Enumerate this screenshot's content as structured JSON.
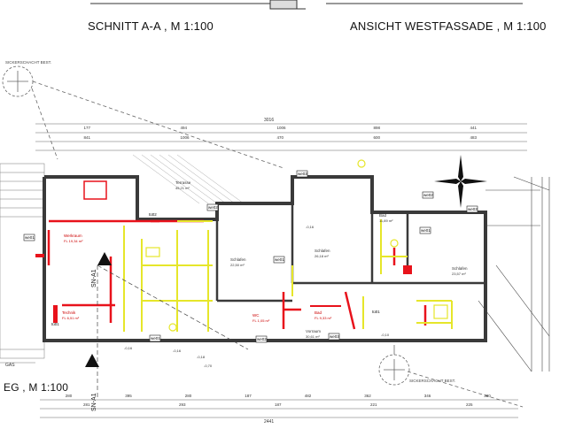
{
  "titles": {
    "section": "SCHNITT A-A , M 1:100",
    "elevation": "ANSICHT WESTFASSADE , M 1:100",
    "plan": "EG , M 1:100"
  },
  "labels": {
    "section_marker_mid": "SN-A1",
    "section_marker_low": "SN-A1",
    "sickerschacht_top": "SICKERSCHACHT BEST.",
    "sickerschacht_bottom": "SICKERSCHACHT BEST.",
    "dim_total_top": "3016",
    "dim_total_bottom": "2441",
    "gas": "GAS"
  },
  "dims_top_row1": [
    "177",
    "494",
    "1006",
    "898",
    "441"
  ],
  "dims_top_row2": [
    "841",
    "1006",
    "470",
    "600",
    "483"
  ],
  "dims_bottom_row1": [
    "280",
    "395",
    "280",
    "187",
    "482",
    "362",
    "346",
    "380"
  ],
  "dims_bottom_row2": [
    "281",
    "293",
    "187",
    "221",
    "225"
  ],
  "rooms": [
    {
      "key": "werkraum",
      "name": "Werkraum",
      "area": "FL 19,34 m²"
    },
    {
      "key": "technik",
      "name": "Technik",
      "area": "FL 6,51 m²"
    },
    {
      "key": "schlafen1",
      "name": "Schlafen",
      "area": "22,50 m²"
    },
    {
      "key": "schlafen2",
      "name": "Schlafen",
      "area": "26,18 m²"
    },
    {
      "key": "schlafen3",
      "name": "Schlafen",
      "area": "23,57 m²"
    },
    {
      "key": "bad1",
      "name": "Bad",
      "area": "11,89 m²"
    },
    {
      "key": "bad2",
      "name": "Bad",
      "area": "FL 9,33 m²"
    },
    {
      "key": "wc",
      "name": "WC",
      "area": "FL 1,05 m²"
    },
    {
      "key": "terrasse",
      "name": "Terrasse",
      "area": "45,21 m²"
    },
    {
      "key": "vorraum",
      "name": "Vorraum",
      "area": "30,61 m²"
    }
  ],
  "window_tags": [
    "we01",
    "we02",
    "we03",
    "we01",
    "we01",
    "we02",
    "we03",
    "we01",
    "we03",
    "we02"
  ],
  "door_tags": [
    "tü01",
    "tü02",
    "tü01"
  ],
  "level_marks": [
    "-0,16",
    "-0,16",
    "-0,18",
    "-0,70",
    "-0,16",
    "-0,10"
  ],
  "colors": {
    "wall": "#3a3a3a",
    "demolition": "#e8121b",
    "new_construction": "#e6e62a",
    "line": "#555555"
  }
}
